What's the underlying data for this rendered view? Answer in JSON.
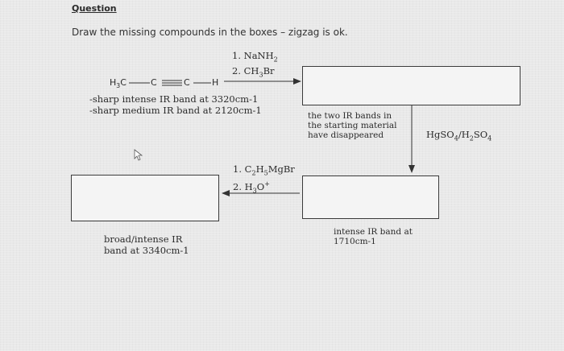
{
  "header": {
    "title": "Question"
  },
  "prompt": "Draw the missing compounds in the boxes – zigzag is ok.",
  "start": {
    "structure": {
      "left_group": "H3C",
      "atom1": "C",
      "atom2": "C",
      "right_group": "H"
    },
    "notes": [
      "-sharp intense IR band at 3320cm-1",
      "-sharp medium IR band at 2120cm-1"
    ]
  },
  "step1": {
    "reagent1": "1. NaNH2",
    "reagent2": "2. CH3Br"
  },
  "step2": {
    "reagent": "HgSO4/H2SO4",
    "note": [
      "the two IR bands in",
      "the starting material",
      "have disappeared"
    ]
  },
  "step3": {
    "reagent1": "1. C2H5MgBr",
    "reagent2": "2. H3O+",
    "note": [
      "intense IR band at",
      "1710cm-1"
    ]
  },
  "final": {
    "note": [
      "broad/intense IR",
      "band at 3340cm-1"
    ]
  }
}
